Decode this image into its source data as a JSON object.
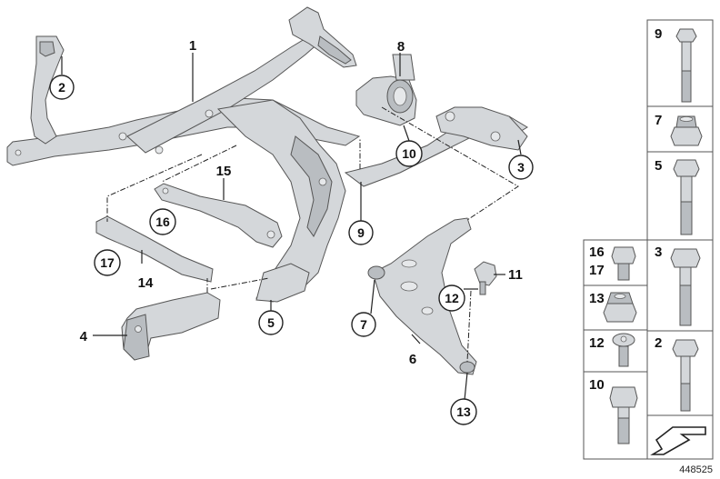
{
  "callouts": {
    "c1": "1",
    "c2": "2",
    "c3": "3",
    "c4": "4",
    "c5": "5",
    "c6": "6",
    "c7": "7",
    "c8": "8",
    "c9": "9",
    "c10": "10",
    "c11": "11",
    "c12": "12",
    "c13": "13",
    "c14": "14",
    "c15": "15",
    "c16": "16",
    "c17": "17"
  },
  "sidebar": {
    "cells": {
      "s9": "9",
      "s7": "7",
      "s5": "5",
      "s16": "16",
      "s17": "17",
      "s3": "3",
      "s13": "13",
      "s12": "12",
      "s2": "2",
      "s10": "10"
    }
  },
  "diagram_number": "448525",
  "colors": {
    "metal": "#d4d7da",
    "metal_dark": "#b9bdc1",
    "outline": "#555555"
  },
  "icons": {
    "direction_marker": "arrow-direction-icon"
  }
}
